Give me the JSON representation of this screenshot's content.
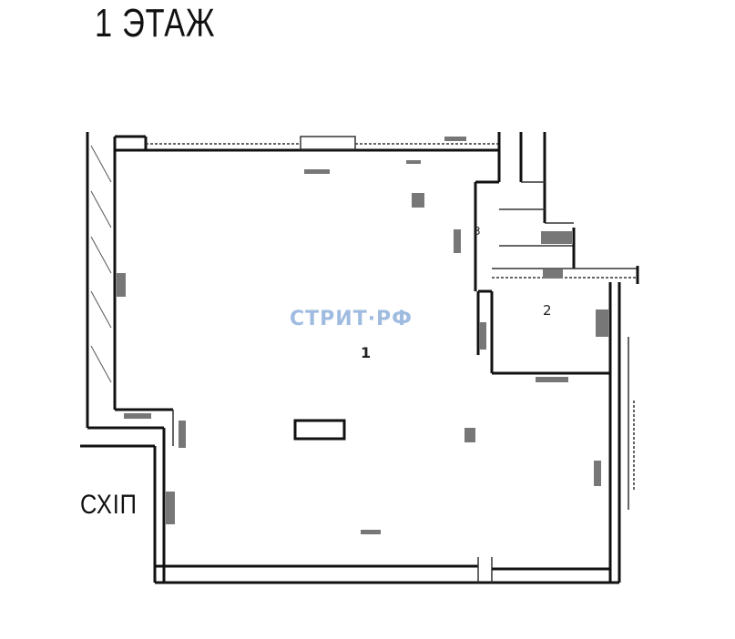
{
  "floor_title": "1 ЭТАЖ",
  "watermark": "СТРИТ·РФ",
  "rooms": {
    "main": "1",
    "small": "2",
    "corridor": "3"
  },
  "side_label": "СХIП"
}
